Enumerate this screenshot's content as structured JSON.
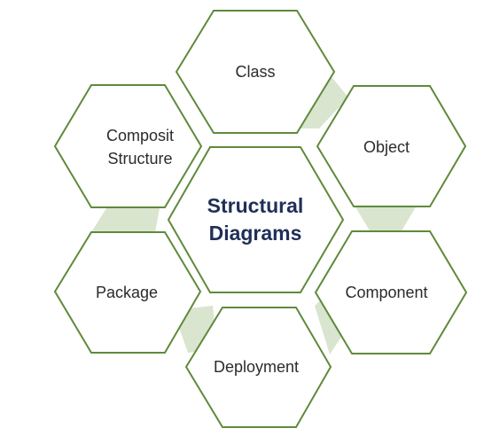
{
  "diagram": {
    "center": {
      "line1": "Structural",
      "line2": "Diagrams"
    },
    "nodes": {
      "class": "Class",
      "object": "Object",
      "component": "Component",
      "deployment": "Deployment",
      "package": "Package",
      "composite_line1": "Composit",
      "composite_line2": "Structure"
    },
    "colors": {
      "outline": "#5f8a3c",
      "connector_fill": "#d9e5cf",
      "center_text": "#1f2f57",
      "node_text": "#2b2b2b"
    }
  }
}
